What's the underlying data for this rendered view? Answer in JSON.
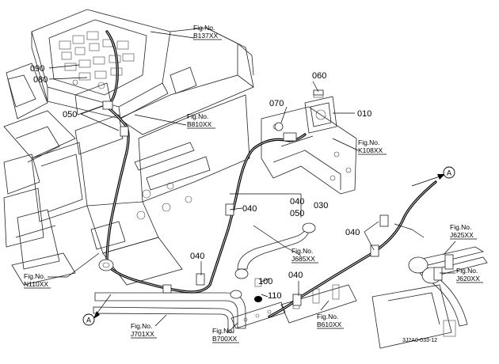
{
  "callouts": {
    "c090": "090",
    "c080": "080",
    "c050a": "050",
    "c060": "060",
    "c070": "070",
    "c010": "010",
    "c040a": "040",
    "c040b": "040",
    "c050b": "050",
    "c030": "030",
    "c040c": "040",
    "c040d": "040",
    "c100": "100",
    "c040e": "040",
    "c110": "110"
  },
  "figs": {
    "b137": {
      "label": "Fig.No.",
      "number": "B137XX"
    },
    "b810": {
      "label": "Fig.No.",
      "number": "B810XX"
    },
    "k108": {
      "label": "Fig.No.",
      "number": "K108XX"
    },
    "j685": {
      "label": "Fig.No.",
      "number": "J685XX"
    },
    "j625": {
      "label": "Fig.No.",
      "number": "J625XX"
    },
    "j620": {
      "label": "Fig.No.",
      "number": "J620XX"
    },
    "n110": {
      "label": "Fig.No.",
      "number": "N110XX"
    },
    "j701": {
      "label": "Fig.No.",
      "number": "J701XX"
    },
    "b700": {
      "label": "Fig.No.",
      "number": "B700XX"
    },
    "b610": {
      "label": "Fig.No.",
      "number": "B610XX"
    }
  },
  "arrows": {
    "a1": "A",
    "a2": "A"
  },
  "ref_code": "3J2A0-033-12"
}
